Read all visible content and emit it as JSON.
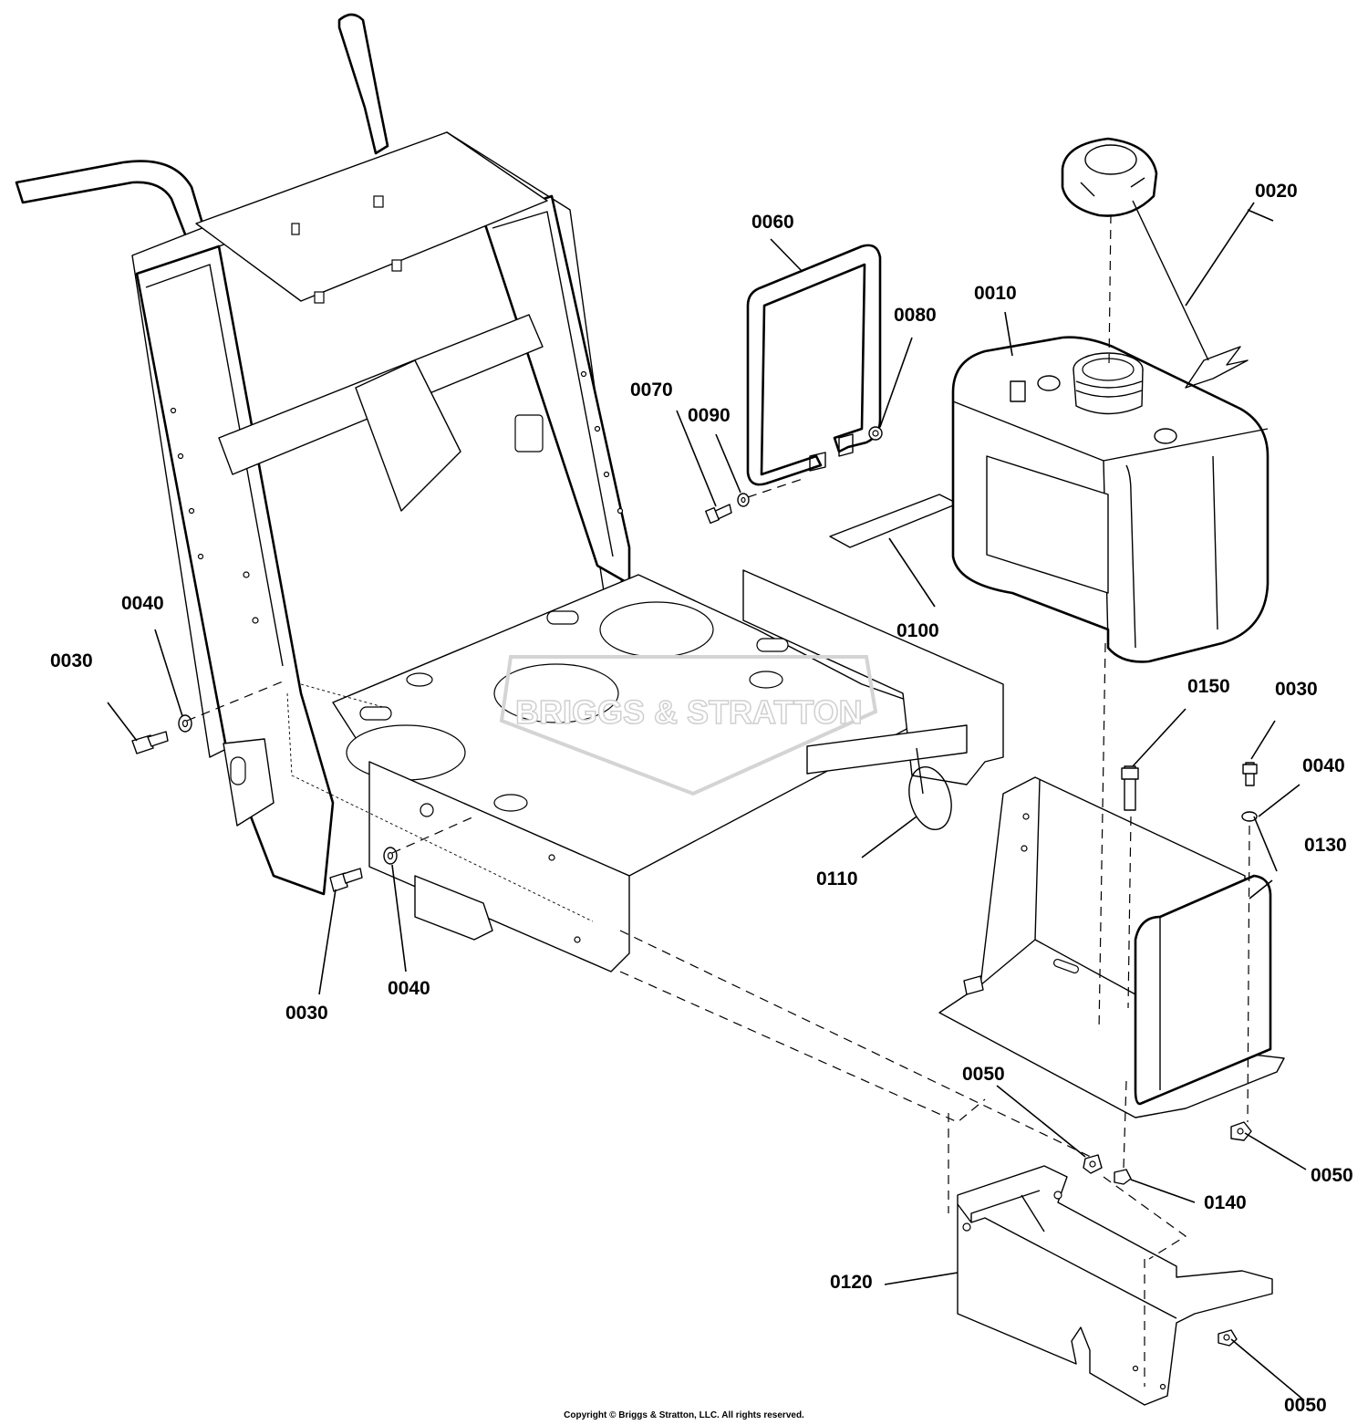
{
  "labels": {
    "p0010": "0010",
    "p0020": "0020",
    "p0030_left": "0030",
    "p0030_bottom": "0030",
    "p0030_right": "0030",
    "p0040_left": "0040",
    "p0040_bottom": "0040",
    "p0040_right": "0040",
    "p0050_mid": "0050",
    "p0050_right": "0050",
    "p0050_bottom": "0050",
    "p0060": "0060",
    "p0070": "0070",
    "p0080": "0080",
    "p0090": "0090",
    "p0100": "0100",
    "p0110": "0110",
    "p0120": "0120",
    "p0130": "0130",
    "p0140": "0140",
    "p0150": "0150"
  },
  "watermark": {
    "brand": "BRIGGS & STRATTON"
  },
  "footer": {
    "copyright": "Copyright © Briggs & Stratton, LLC. All rights reserved."
  }
}
